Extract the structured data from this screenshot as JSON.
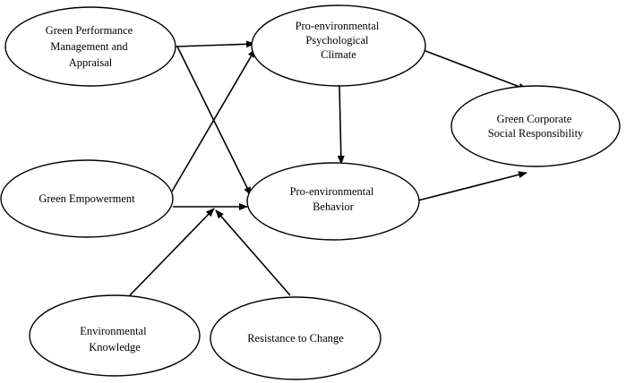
{
  "nodes": {
    "gpma": {
      "lines": [
        "Green Performance",
        "Management and",
        "Appraisal"
      ]
    },
    "green_empowerment": {
      "lines": [
        "Green Empowerment"
      ]
    },
    "environmental_knowledge": {
      "lines": [
        "Environmental",
        "Knowledge"
      ]
    },
    "resistance_to_change": {
      "lines": [
        "Resistance to Change"
      ]
    },
    "pro_env_climate": {
      "lines": [
        "Pro-environmental",
        "Psychological",
        "Climate"
      ]
    },
    "pro_env_behavior": {
      "lines": [
        "Pro-environmental",
        "Behavior"
      ]
    },
    "gcsr": {
      "lines": [
        "Green Corporate",
        "Social Responsibility"
      ]
    }
  },
  "edges": [
    {
      "from": "gpma",
      "to": "pro_env_climate"
    },
    {
      "from": "gpma",
      "to": "pro_env_behavior"
    },
    {
      "from": "green_empowerment",
      "to": "pro_env_climate"
    },
    {
      "from": "green_empowerment",
      "to": "pro_env_behavior"
    },
    {
      "from": "pro_env_climate",
      "to": "pro_env_behavior"
    },
    {
      "from": "pro_env_climate",
      "to": "gcsr"
    },
    {
      "from": "pro_env_behavior",
      "to": "gcsr"
    },
    {
      "from": "environmental_knowledge",
      "to": "green_empowerment->pro_env_behavior"
    },
    {
      "from": "resistance_to_change",
      "to": "green_empowerment->pro_env_behavior"
    }
  ]
}
